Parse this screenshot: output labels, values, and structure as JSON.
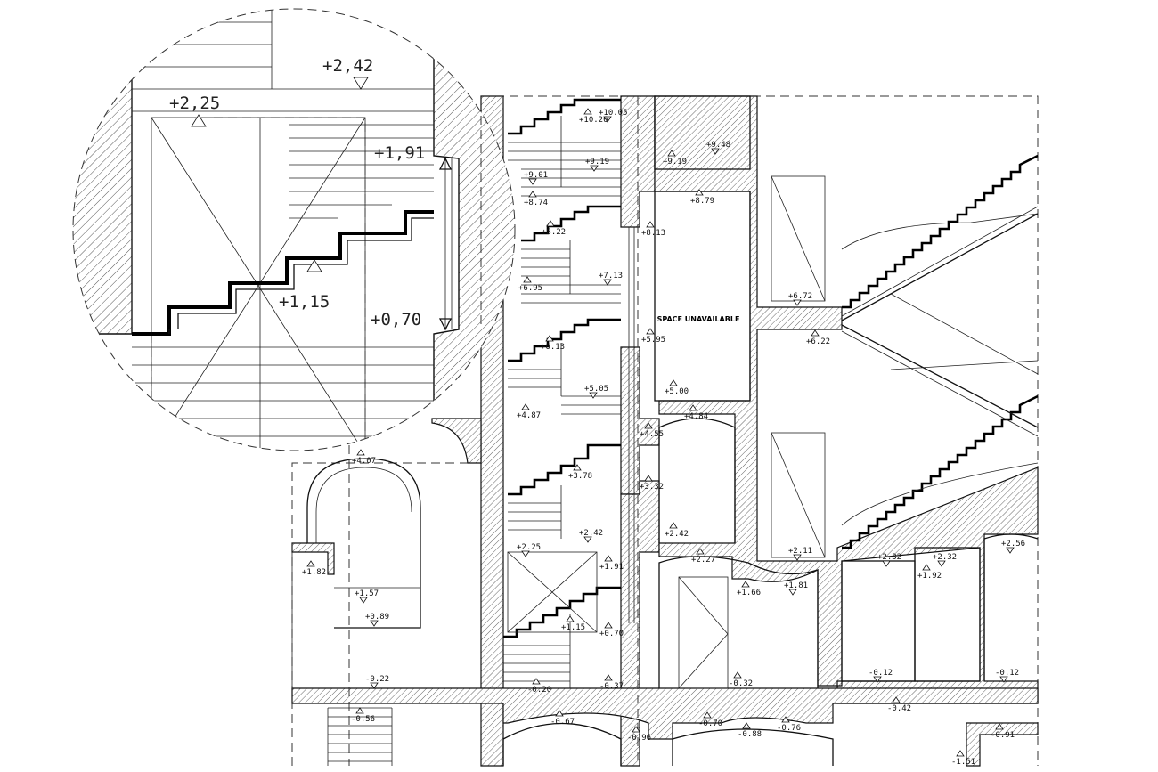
{
  "room_label": "SPACE UNAVAILABLE",
  "levels": {
    "l1": "+10.05",
    "l2": "+10.26",
    "l3": "+9.48",
    "l4": "+9.19",
    "l5": "+9.19",
    "l6": "+9.01",
    "l7": "+8.79",
    "l8": "+8.74",
    "l9": "+8.22",
    "l10": "+8.13",
    "l11": "+7.13",
    "l12": "+6.95",
    "l13": "+6.72",
    "l14": "+6.22",
    "l15": "+6.13",
    "l16": "+5.95",
    "l17": "+5.05",
    "l18": "+5.00",
    "l19": "+4.87",
    "l20": "+4.84",
    "l21": "+4.55",
    "l22": "+4.07",
    "l23": "+3.78",
    "l24": "+3.32",
    "l25": "+2.56",
    "l26": "+2.42",
    "l27": "+2.42",
    "l28": "+2.32",
    "l29": "+2.32",
    "l30": "+2.27",
    "l31": "+2.25",
    "l32": "+2.11",
    "l33": "+1.92",
    "l34": "+1.91",
    "l35": "+1.82",
    "l36": "+1.81",
    "l37": "+1.66",
    "l38": "+1.57",
    "l39": "+1.15",
    "l40": "+0.89",
    "l41": "+0.70",
    "l42": "-0.12",
    "l43": "-0.12",
    "l44": "-0.20",
    "l45": "-0.22",
    "l46": "-0.32",
    "l47": "-0.37",
    "l48": "-0.42",
    "l49": "-0.56",
    "l50": "-0.67",
    "l51": "-0.70",
    "l52": "-0.76",
    "l53": "-0.88",
    "l54": "-0.91",
    "l55": "-0.96",
    "l56": "-1.51"
  },
  "detail_levels": {
    "d1": "+2,42",
    "d2": "+2,25",
    "d3": "+1,91",
    "d4": "+1,15",
    "d5": "+0,70"
  }
}
